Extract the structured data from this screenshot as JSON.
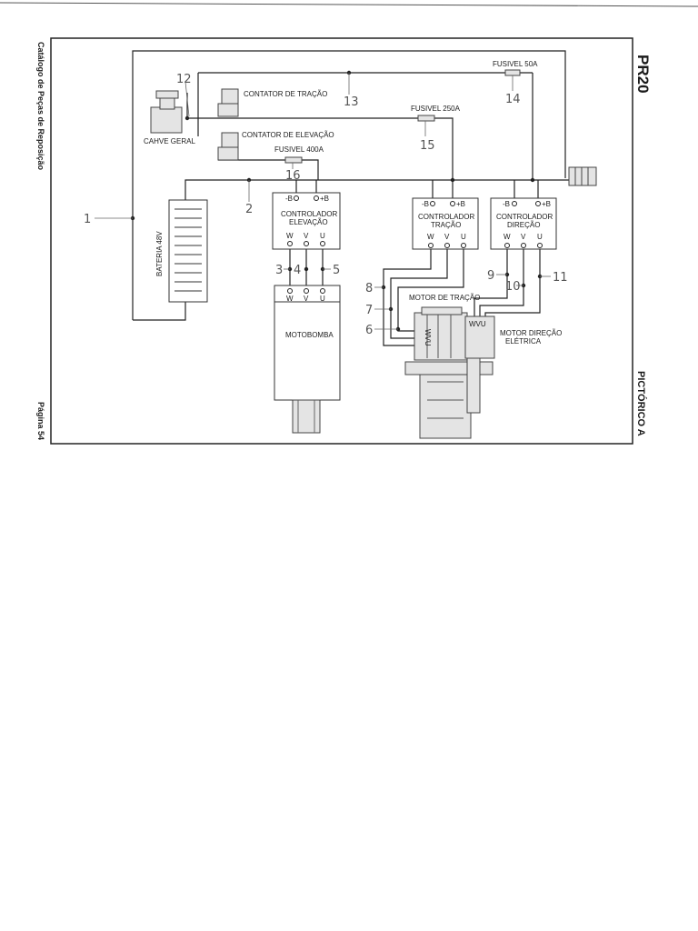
{
  "header": {
    "model": "PR20",
    "view": "PICTÓRICO A",
    "catalog_title": "Catálogo de Peças de Reposição",
    "page": "Página 54"
  },
  "components": {
    "battery": "BATERIA 48V",
    "main_switch": "CAHVE GERAL",
    "traction_contactor": "CONTATOR DE TRAÇÃO",
    "lift_contactor": "CONTATOR DE ELEVAÇÃO",
    "fuse_50": "FUSIVEL 50A",
    "fuse_250": "FUSIVEL 250A",
    "fuse_400": "FUSIVEL 400A",
    "lift_controller_1": "CONTROLADOR",
    "lift_controller_2": "ELEVAÇÃO",
    "traction_controller_1": "CONTROLADOR",
    "traction_controller_2": "TRAÇÃO",
    "steering_controller_1": "CONTROLADOR",
    "steering_controller_2": "DIREÇÃO",
    "motor_pump": "MOTOBOMBA",
    "traction_motor": "MOTOR DE TRAÇÃO",
    "steering_motor_1": "MOTOR DIREÇÃO",
    "steering_motor_2": "ELÉTRICA"
  },
  "terminals": {
    "neg_b": "-B",
    "pos_b": "+B",
    "w": "W",
    "v": "V",
    "u": "U",
    "motor_wvu": "WVU"
  },
  "callouts": [
    "1",
    "2",
    "3",
    "4",
    "5",
    "6",
    "7",
    "8",
    "9",
    "10",
    "11",
    "12",
    "13",
    "14",
    "15",
    "16"
  ]
}
